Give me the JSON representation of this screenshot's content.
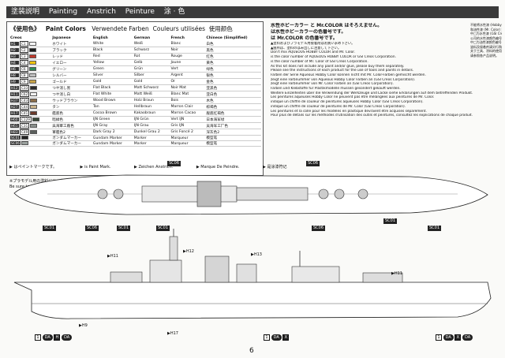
{
  "header": {
    "title_ja": "塗装説明",
    "title_en": "Painting",
    "title_de": "Anstrich",
    "title_fr": "Peinture",
    "title_cn": "涂 · 色"
  },
  "panel": {
    "title_ja": "《使用色》",
    "title_en": "Paint Colors",
    "title_de": "Verwendete Farben",
    "title_fr": "Couleurs utilisées",
    "title_cn": "使用颜色",
    "columns": [
      "Creos",
      "Japanese",
      "English",
      "German",
      "French",
      "Chinese (Simplified)"
    ],
    "rows": [
      {
        "code1": "H1",
        "code2": "C1",
        "swatch": "#ffffff",
        "ja": "ホワイト",
        "en": "White",
        "de": "Weiß",
        "fr": "Blanc",
        "cn": "白色"
      },
      {
        "code1": "H2",
        "code2": "C2",
        "swatch": "#1a1a1a",
        "ja": "ブラック",
        "en": "Black",
        "de": "Schwarz",
        "fr": "Noir",
        "cn": "黑色"
      },
      {
        "code1": "H3",
        "code2": "C3",
        "swatch": "#c0392b",
        "ja": "レッド",
        "en": "Red",
        "de": "Rot",
        "fr": "Rouge",
        "cn": "红色"
      },
      {
        "code1": "H4",
        "code2": "C4",
        "swatch": "#f1c40f",
        "ja": "イエロー",
        "en": "Yellow",
        "de": "Gelb",
        "fr": "Jaune",
        "cn": "黄色"
      },
      {
        "code1": "H6",
        "code2": "C6",
        "swatch": "#2e8b57",
        "ja": "グリーン",
        "en": "Green",
        "de": "Grün",
        "fr": "Vert",
        "cn": "绿色"
      },
      {
        "code1": "H8",
        "code2": "C8",
        "swatch": "#c0c0c0",
        "ja": "シルバー",
        "en": "Silver",
        "de": "Silber",
        "fr": "Argent",
        "cn": "银色"
      },
      {
        "code1": "H9",
        "code2": "C9",
        "swatch": "#c8a44a",
        "ja": "ゴールド",
        "en": "Gold",
        "de": "Gold",
        "fr": "Or",
        "cn": "金色"
      },
      {
        "code1": "H12",
        "code2": "C33",
        "swatch": "#2b2b2b",
        "ja": "つや消し黒",
        "en": "Flat Black",
        "de": "Matt Schwarz",
        "fr": "Noir Mat",
        "cn": "亚黑色"
      },
      {
        "code1": "H11",
        "code2": "C62",
        "swatch": "#f4f4f4",
        "ja": "つや消し白",
        "en": "Flat White",
        "de": "Matt Weiß",
        "fr": "Blanc Mat",
        "cn": "亚白色"
      },
      {
        "code1": "H37",
        "code2": "C43",
        "swatch": "#8b6d4a",
        "ja": "ウッドブラウン",
        "en": "Wood Brown",
        "de": "Holz Braun",
        "fr": "Bois",
        "cn": "木色"
      },
      {
        "code1": "H27",
        "code2": "C44",
        "swatch": "#c9b28a",
        "ja": "タン",
        "en": "Tan",
        "de": "Hellbraun",
        "fr": "Marron Clair",
        "cn": "棕褐色"
      },
      {
        "code1": "H17",
        "code2": "C41",
        "swatch": "#6b3a2a",
        "ja": "艦底色",
        "en": "Cocoa Brown",
        "de": "Kakaobraun",
        "fr": "Marron Cacao",
        "cn": "舰底红褐色"
      },
      {
        "code1": "H60",
        "code2": "C129",
        "swatch": "#3a4a3a",
        "ja": "暗緑色",
        "en": "IJN Green",
        "de": "IJN Grün",
        "fr": "Vert IJN",
        "cn": "日本海军绿"
      },
      {
        "code1": "H61",
        "code2": "C31",
        "swatch": "#8a8f8c",
        "ja": "呉海軍工廠色",
        "en": "IJN Gray",
        "de": "IJN Grau",
        "fr": "Gris IJN",
        "cn": "吴海军工厂色"
      },
      {
        "code1": "H83",
        "code2": "C49",
        "swatch": "#5a5f5c",
        "ja": "軍艦色2",
        "en": "Dark Gray 2",
        "de": "Dunkel Grau 2",
        "fr": "Gris Foncé 2",
        "cn": "深灰色2"
      },
      {
        "code1": "SC01",
        "code2": "",
        "swatch": "#222222",
        "ja": "ガンダムマーカー",
        "en": "Gundam Marker",
        "de": "Marker",
        "fr": "Marqueur",
        "cn": "模型笔"
      },
      {
        "code1": "SC06",
        "code2": "",
        "swatch": "#9aa09d",
        "ja": "ガンダムマーカー",
        "en": "Gundam Marker",
        "de": "Marker",
        "fr": "Marqueur",
        "cn": "模型笔"
      }
    ]
  },
  "legend": {
    "mark_ja": "はペイントマークです。",
    "mark_en": "is Paint Mark.",
    "mark_de": "Zeichen Anstrich.",
    "mark_fr": "Marque De Peindre.",
    "mark_cn": "是涂漆符记"
  },
  "plastic_note": {
    "ja": "※プラモデル用の塗料には、必ずプラモデル用の塗料をご使用下さい。",
    "en": "Be sure to use special paints for plastic models."
  },
  "refs": [
    {
      "label": "SC06",
      "color": "#9aa09d"
    },
    {
      "label": "SC01",
      "color": "#555555"
    },
    {
      "label": "H17",
      "color": "#6b3a2a"
    }
  ],
  "notes": {
    "line1": "水性ホビーカラー と Mr.COLOR はそろえません。",
    "line2": "は水性ホビーカラーの色番号です。",
    "line3": "は Mr.COLOR の色番号です。",
    "lines": [
      "▲塗料およびプラモデル用接着剤はお買い求め下さい。",
      "▲箇所は、塗料のはみ出しに注意して下さい。",
      "Don't mix AQUEOUS HOBBY COLOR and Mr. Color.",
      "is the color number of AQUEOUS HOBBY COLOR or GSI Creos Corporation.",
      "is the color number of Mr. Color of GSI Creos Corporation.",
      "As this kit does not include any paint and/or glue, please buy them separately.",
      "Please see the instructions of each product for the use of tools and paints in details.",
      "Farben der Serie Aqueous Hobby Color können nicht mit Mr. Color-Farben gemischt werden.",
      "zeigt eine Farbnummer von Aqueous Hobby Color Farben an (GSI Creos Corporation).",
      "zeigt eine Farbnummer von Mr. Color Farben an (GSI Creos Corporation).",
      "Farben und Klebstoffe für Plastikmodelle müssen gesondert gekauft werden.",
      "Weitere Einzelheiten über die Verwendung der Werkzeuge und Lacke siehe Erklärungen auf dem betreffenden Produkt.",
      "Les peintures aqueuses Hobby Color ne peuvent pas être mélangées aux peintures de Mr. Color.",
      "indique un chiffre de couleur de peintures aqueuses Hobby Color (GSI Creos Corporation).",
      "indique un chiffre de couleur de peintures de Mr. Color (GSI Creos Corporation).",
      "Les peintures et la colle pour les modèles en plastique devraient être acquises séparément.",
      "Pour plus de détails sur les méthodes d'utilisation des outils et peintures, consultez les explications de chaque produit."
    ]
  },
  "side_notes": [
    "不能将水性漆 (Hobby Color)",
    "和油性漆 (Mr. Color) 混合使用。",
    "中□为水性漆 (GSI Creos)",
    "公司的水性漆颜色编号。",
    "中□为油性漆颜色编号。",
    "塗料及接着剂请另行购买。",
    "关于工具、涂料的使用方法",
    "请参照各产品说明。"
  ],
  "labels": {
    "sc06": "SC06",
    "sc01": "SC01",
    "h11": "H11",
    "h12": "H12",
    "h13": "H13",
    "h9": "H9",
    "h17": "H17"
  },
  "bottom": {
    "left": [
      "DA",
      "H",
      "DA"
    ],
    "mid": [
      "DA",
      "X"
    ],
    "right": [
      "DA",
      "X",
      "DA"
    ]
  },
  "page_number": "6"
}
